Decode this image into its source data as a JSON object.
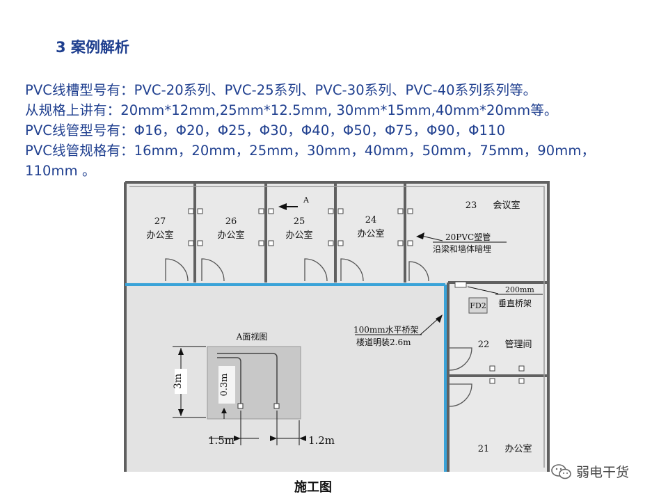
{
  "header": {
    "title": "3  案例解析"
  },
  "text_lines": [
    "PVC线槽型号有：PVC-20系列、PVC-25系列、PVC-30系列、PVC-40系列系列等。",
    "从规格上讲有：20mm*12mm,25mm*12.5mm, 30mm*15mm,40mm*20mm等。",
    "PVC线管型号有：Φ16，Φ20，Φ25，Φ30，Φ40，Φ50，Φ75，Φ90，Φ110",
    "PVC线管规格有：16mm，20mm，25mm，30mm，40mm，50mm，75mm，90mm，",
    "110mm 。"
  ],
  "plan": {
    "rooms": [
      {
        "number": "27",
        "name": "办公室"
      },
      {
        "number": "26",
        "name": "办公室"
      },
      {
        "number": "25",
        "name": "办公室"
      },
      {
        "number": "24",
        "name": "办公室"
      },
      {
        "number": "23",
        "name": "会议室"
      },
      {
        "number": "22",
        "name": "管理间"
      },
      {
        "number": "21",
        "name": "办公室"
      }
    ],
    "arrow_label": "A",
    "fd_label": "FD2",
    "annotations": {
      "pvc_pipe_line1": "20PVC塑管",
      "pvc_pipe_line2": "沿梁和墙体暗埋",
      "vertical_tray_line1": "200mm",
      "vertical_tray_line2": "垂直桥架",
      "horizontal_tray_line1": "100mm水平桥架",
      "horizontal_tray_line2": "楼道明装2.6m"
    },
    "elevation": {
      "title": "A面视图",
      "height_label": "3m",
      "inner_label": "0.3m",
      "left_dim": "1.5m",
      "right_dim": "1.2m"
    }
  },
  "caption": "施工图",
  "watermark": {
    "text": "弱电干货",
    "icon": "wechat-icon"
  },
  "colors": {
    "text_blue": "#1f3f8f",
    "tray_blue": "#3aa3d8",
    "wall": "#606060",
    "floor": "#e3e3e3"
  }
}
